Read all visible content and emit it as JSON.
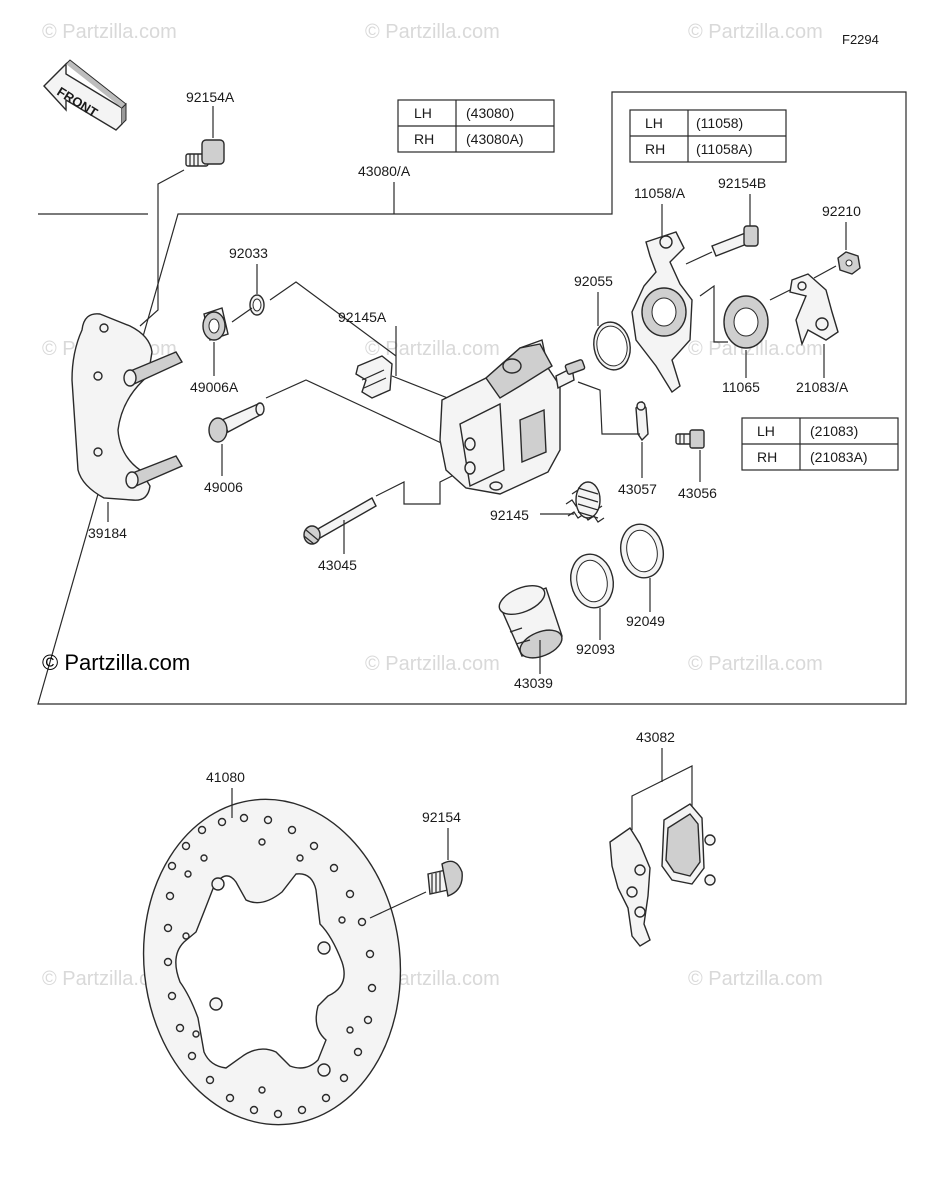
{
  "diagram_code": "F2294",
  "front_label": "FRONT",
  "copyright": "© Partzilla.com",
  "watermark": "© Partzilla.com",
  "tables": {
    "caliper_assy": {
      "rows": [
        {
          "side": "LH",
          "part": "(43080)"
        },
        {
          "side": "RH",
          "part": "(43080A)"
        }
      ]
    },
    "holder": {
      "rows": [
        {
          "side": "LH",
          "part": "(11058)"
        },
        {
          "side": "RH",
          "part": "(11058A)"
        }
      ]
    },
    "bracket": {
      "rows": [
        {
          "side": "LH",
          "part": "(21083)"
        },
        {
          "side": "RH",
          "part": "(21083A)"
        }
      ]
    }
  },
  "labels": {
    "p92154A": "92154A",
    "p43080": "43080/A",
    "p92033": "92033",
    "p49006A": "49006A",
    "p49006": "49006",
    "p39184": "39184",
    "p92145A": "92145A",
    "p43045": "43045",
    "p92145": "92145",
    "p43039": "43039",
    "p92093": "92093",
    "p92049": "92049",
    "p43057": "43057",
    "p43056": "43056",
    "p92055": "92055",
    "p11058": "11058/A",
    "p92154B": "92154B",
    "p92210": "92210",
    "p11065": "11065",
    "p21083": "21083/A",
    "p41080": "41080",
    "p92154": "92154",
    "p43082": "43082"
  }
}
